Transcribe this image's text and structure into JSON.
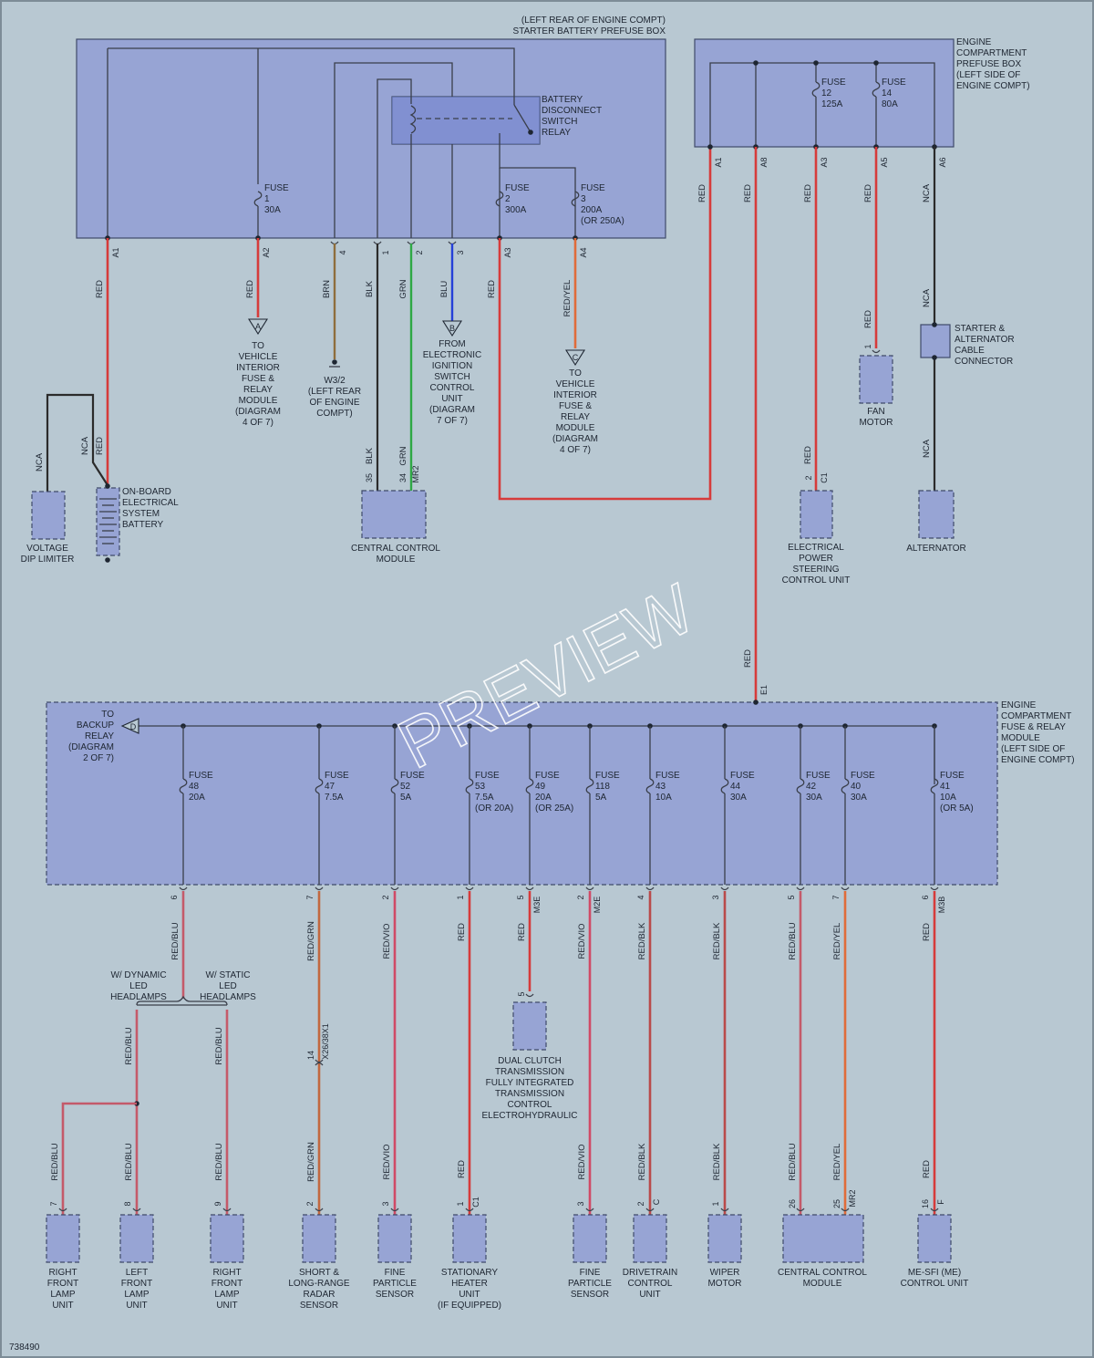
{
  "diagram_number": "738490",
  "watermark": "PREVIEW",
  "prefuse_box": {
    "title_l1": "(LEFT REAR OF ENGINE COMPT)",
    "title_l2": "STARTER BATTERY PREFUSE BOX",
    "relay_l1": "BATTERY",
    "relay_l2": "DISCONNECT",
    "relay_l3": "SWITCH",
    "relay_l4": "RELAY",
    "fuse1": [
      "FUSE",
      "1",
      "30A"
    ],
    "fuse2": [
      "FUSE",
      "2",
      "300A"
    ],
    "fuse3": [
      "FUSE",
      "3",
      "200A",
      "(OR 250A)"
    ],
    "pins": [
      "A1",
      "A2",
      "4",
      "1",
      "2",
      "3",
      "A3",
      "A4"
    ]
  },
  "engine_prefuse": {
    "title": [
      "ENGINE",
      "COMPARTMENT",
      "PREFUSE BOX",
      "(LEFT SIDE OF",
      "ENGINE COMPT)"
    ],
    "fuse12": [
      "FUSE",
      "12",
      "125A"
    ],
    "fuse14": [
      "FUSE",
      "14",
      "80A"
    ],
    "pins": [
      "A1",
      "A8",
      "A3",
      "A5",
      "A6"
    ]
  },
  "fuse_relay_module": {
    "title": [
      "ENGINE",
      "COMPARTMENT",
      "FUSE & RELAY",
      "MODULE",
      "(LEFT SIDE OF",
      "ENGINE COMPT)"
    ],
    "backup": [
      "TO",
      "BACKUP",
      "RELAY",
      "(DIAGRAM",
      "2 OF 7)"
    ],
    "backup_ref": "D",
    "input_pin": "E1",
    "fuses": [
      {
        "l": [
          "FUSE",
          "48",
          "20A"
        ]
      },
      {
        "l": [
          "FUSE",
          "47",
          "7.5A"
        ]
      },
      {
        "l": [
          "FUSE",
          "52",
          "5A"
        ]
      },
      {
        "l": [
          "FUSE",
          "53",
          "7.5A",
          "(OR 20A)"
        ]
      },
      {
        "l": [
          "FUSE",
          "49",
          "20A",
          "(OR 25A)"
        ]
      },
      {
        "l": [
          "FUSE",
          "118",
          "5A"
        ]
      },
      {
        "l": [
          "FUSE",
          "43",
          "10A"
        ]
      },
      {
        "l": [
          "FUSE",
          "44",
          "30A"
        ]
      },
      {
        "l": [
          "FUSE",
          "42",
          "30A"
        ]
      },
      {
        "l": [
          "FUSE",
          "40",
          "30A"
        ]
      },
      {
        "l": [
          "FUSE",
          "41",
          "10A",
          "(OR 5A)"
        ]
      }
    ],
    "out_pins": [
      "6",
      "7",
      "2",
      "1",
      "5",
      "2",
      "4",
      "3",
      "5",
      "7",
      "6"
    ],
    "out_conns": [
      "M3E",
      "M2E",
      "M3B"
    ]
  },
  "wires": {
    "red": "RED",
    "nca": "NCA",
    "brn": "BRN",
    "blk": "BLK",
    "grn": "GRN",
    "blu": "BLU",
    "redyel": "RED/YEL",
    "redblu": "RED/BLU",
    "redgrn": "RED/GRN",
    "redvio": "RED/VIO",
    "redblk": "RED/BLK"
  },
  "refs": {
    "a_lines": [
      "TO",
      "VEHICLE",
      "INTERIOR",
      "FUSE &",
      "RELAY",
      "MODULE",
      "(DIAGRAM",
      "4 OF 7)"
    ],
    "a_sym": "A",
    "ground_lines": [
      "W3/2",
      "(LEFT REAR",
      "OF ENGINE",
      "COMPT)"
    ],
    "b_lines": [
      "FROM",
      "ELECTRONIC",
      "IGNITION",
      "SWITCH",
      "CONTROL",
      "UNIT",
      "(DIAGRAM",
      "7 OF 7)"
    ],
    "b_sym": "B",
    "c_lines": [
      "TO",
      "VEHICLE",
      "INTERIOR",
      "FUSE &",
      "RELAY",
      "MODULE",
      "(DIAGRAM",
      "4 OF 7)"
    ],
    "c_sym": "C"
  },
  "components": {
    "voltage_dip": [
      "VOLTAGE",
      "DIP LIMITER"
    ],
    "battery": [
      "ON-BOARD",
      "ELECTRICAL",
      "SYSTEM",
      "BATTERY"
    ],
    "ccm_top": [
      "CENTRAL CONTROL",
      "MODULE"
    ],
    "ccm_top_pins": [
      "35",
      "34",
      "MR2"
    ],
    "fan": [
      "FAN",
      "MOTOR"
    ],
    "starter_conn": [
      "STARTER &",
      "ALTERNATOR",
      "CABLE",
      "CONNECTOR"
    ],
    "eps": [
      "ELECTRICAL",
      "POWER",
      "STEERING",
      "CONTROL UNIT"
    ],
    "eps_pins": [
      "2",
      "C1"
    ],
    "alternator": [
      "ALTERNATOR"
    ],
    "dct": [
      "DUAL CLUTCH",
      "TRANSMISSION",
      "FULLY INTEGRATED",
      "TRANSMISSION",
      "CONTROL",
      "ELECTROHYDRAULIC"
    ],
    "dynamic": [
      "W/ DYNAMIC",
      "LED",
      "HEADLAMPS"
    ],
    "static": [
      "W/ STATIC",
      "LED",
      "HEADLAMPS"
    ],
    "x26": "X26/38X1",
    "x26_pin": "14",
    "bottom": [
      {
        "name": [
          "RIGHT",
          "FRONT",
          "LAMP",
          "UNIT"
        ],
        "pin": "7",
        "conn": ""
      },
      {
        "name": [
          "LEFT",
          "FRONT",
          "LAMP",
          "UNIT"
        ],
        "pin": "8",
        "conn": ""
      },
      {
        "name": [
          "RIGHT",
          "FRONT",
          "LAMP",
          "UNIT"
        ],
        "pin": "9",
        "conn": ""
      },
      {
        "name": [
          "SHORT &",
          "LONG-RANGE",
          "RADAR",
          "SENSOR"
        ],
        "pin": "2",
        "conn": ""
      },
      {
        "name": [
          "FINE",
          "PARTICLE",
          "SENSOR"
        ],
        "pin": "3",
        "conn": ""
      },
      {
        "name": [
          "STATIONARY",
          "HEATER",
          "UNIT",
          "(IF EQUIPPED)"
        ],
        "pin": "1",
        "conn": "C1"
      },
      {
        "name": [
          "FINE",
          "PARTICLE",
          "SENSOR"
        ],
        "pin": "3",
        "conn": ""
      },
      {
        "name": [
          "DRIVETRAIN",
          "CONTROL",
          "UNIT"
        ],
        "pin": "2",
        "conn": "C"
      },
      {
        "name": [
          "WIPER",
          "MOTOR"
        ],
        "pin": "1",
        "conn": ""
      },
      {
        "name": [
          "CENTRAL CONTROL",
          "MODULE"
        ],
        "pin": "26",
        "conn": ""
      },
      {
        "name": [
          "ME-SFI (ME)",
          "CONTROL UNIT"
        ],
        "pin": "16",
        "conn": "F"
      }
    ],
    "ccm_bottom_pin2": "25",
    "ccm_bottom_conn": "MR2",
    "fan_pin": "1",
    "dct_pin": "5"
  }
}
